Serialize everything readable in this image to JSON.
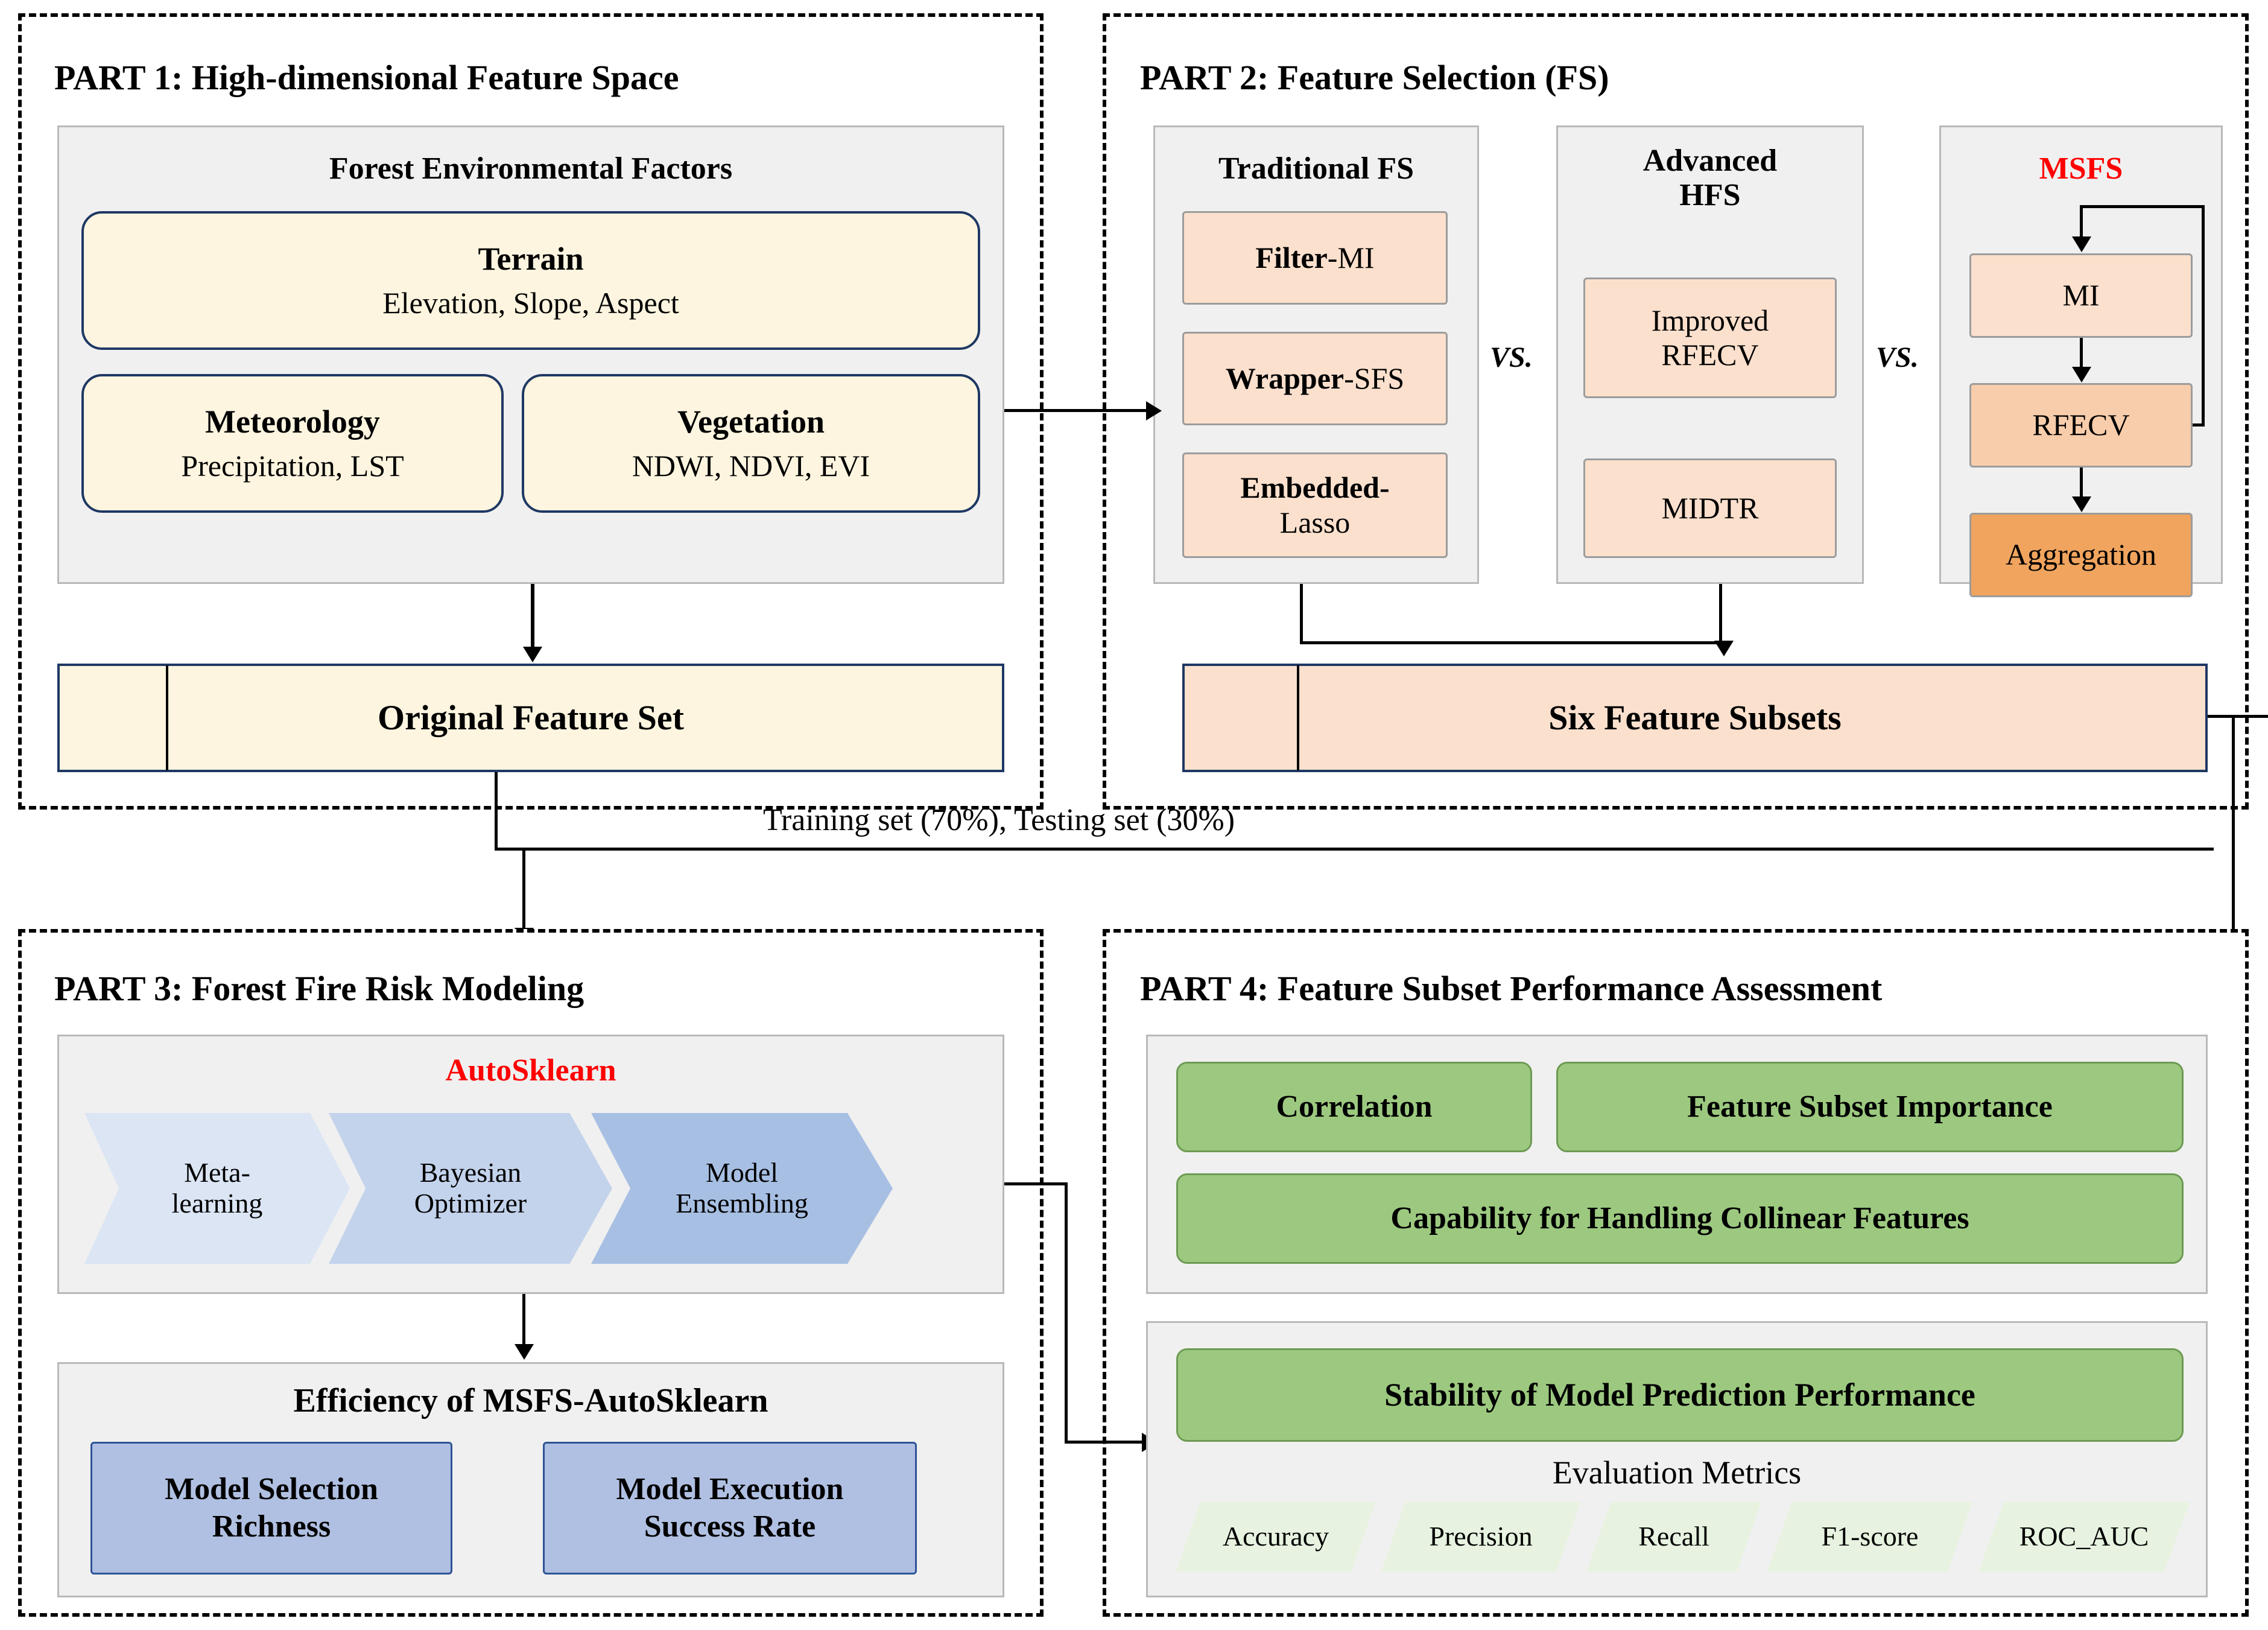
{
  "part1": {
    "title": "PART 1: High-dimensional Feature Space",
    "panel_title": "Forest Environmental Factors",
    "terrain": {
      "heading": "Terrain",
      "items": "Elevation,  Slope,  Aspect"
    },
    "meteorology": {
      "heading": "Meteorology",
      "items": "Precipitation, LST"
    },
    "vegetation": {
      "heading": "Vegetation",
      "items": "NDWI, NDVI, EVI"
    },
    "output": "Original Feature Set"
  },
  "part2": {
    "title": "PART 2: Feature Selection (FS)",
    "traditional": {
      "heading": "Traditional FS",
      "items": [
        {
          "bold": "Filter",
          "rest": "-MI"
        },
        {
          "bold": "Wrapper",
          "rest": "-SFS"
        },
        {
          "bold": "Embedded-",
          "rest": "Lasso"
        }
      ]
    },
    "advanced": {
      "heading_line1": "Advanced",
      "heading_line2": "HFS",
      "items": [
        {
          "line1": "Improved",
          "line2": "RFECV"
        },
        {
          "line1": "MIDTR",
          "line2": ""
        }
      ]
    },
    "msfs": {
      "heading": "MSFS",
      "steps": [
        "MI",
        "RFECV",
        "Aggregation"
      ]
    },
    "vs_label": "VS.",
    "output": "Six Feature Subsets"
  },
  "part3": {
    "title": "PART 3: Forest Fire Risk Modeling",
    "panel_title": "AutoSklearn",
    "steps": [
      {
        "line1": "Meta-",
        "line2": "learning"
      },
      {
        "line1": "Bayesian",
        "line2": "Optimizer"
      },
      {
        "line1": "Model",
        "line2": "Ensembling"
      }
    ],
    "efficiency_title": "Efficiency of MSFS-AutoSklearn",
    "efficiency_items": [
      {
        "line1": "Model Selection",
        "line2": "Richness"
      },
      {
        "line1": "Model Execution",
        "line2": "Success Rate"
      }
    ]
  },
  "part4": {
    "title": "PART 4: Feature Subset Performance Assessment",
    "assessment_items": [
      "Correlation",
      "Feature Subset Importance",
      "Capability for Handling Collinear Features"
    ],
    "stability_title": "Stability of Model Prediction Performance",
    "metrics_label": "Evaluation Metrics",
    "metrics": [
      "Accuracy",
      "Precision",
      "Recall",
      "F1-score",
      "ROC_AUC"
    ]
  },
  "connectors": {
    "split_label": "Training set (70%), Testing set (30%)"
  },
  "colors": {
    "cream": "#fdf5df",
    "peach": "#fbe0cd",
    "peach_mid": "#f8cdab",
    "peach_strong": "#f0a45e",
    "green": "#9cc97f",
    "light_green": "#e7f3e0",
    "blue_light": "#dbe5f4",
    "blue_strong": "#a7bfe3",
    "accent_red": "#ff0000",
    "panel_gray": "#f0f0f0"
  }
}
